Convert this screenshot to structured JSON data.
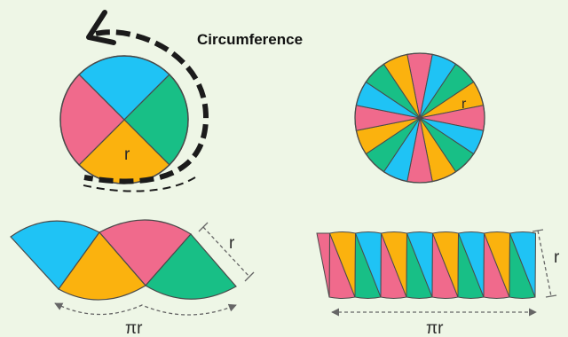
{
  "labels": {
    "circumference": "Circumference",
    "radius_circle_4": "r",
    "radius_circle_16": "r",
    "radius_scallop": "r",
    "radius_parallelogram": "r",
    "pi_r_scallop": "πr",
    "pi_r_parallelogram": "πr"
  },
  "colors": {
    "background": "#eef6e6",
    "blue": "#1fc3f5",
    "pink": "#f06a8c",
    "green": "#18bf86",
    "orange": "#fbb20e",
    "outline": "#4a4a4a",
    "arrow": "#1b1b1b",
    "dashed_guide": "#666666"
  },
  "circle_4": {
    "sectors": [
      "blue",
      "green",
      "orange",
      "pink"
    ]
  },
  "circle_16": {
    "sectors": [
      "pink",
      "blue",
      "green",
      "orange",
      "pink",
      "blue",
      "green",
      "orange",
      "pink",
      "blue",
      "green",
      "orange",
      "pink",
      "blue",
      "green",
      "orange"
    ]
  },
  "scallop": {
    "top_arcs": [
      "blue",
      "pink"
    ],
    "bottom_arcs": [
      "orange",
      "green"
    ]
  },
  "parallelogram": {
    "up_triangles": [
      "pink",
      "green",
      "pink",
      "green",
      "pink",
      "green",
      "pink",
      "green"
    ],
    "down_triangles": [
      "orange",
      "blue",
      "orange",
      "blue",
      "orange",
      "blue",
      "orange",
      "blue"
    ]
  }
}
